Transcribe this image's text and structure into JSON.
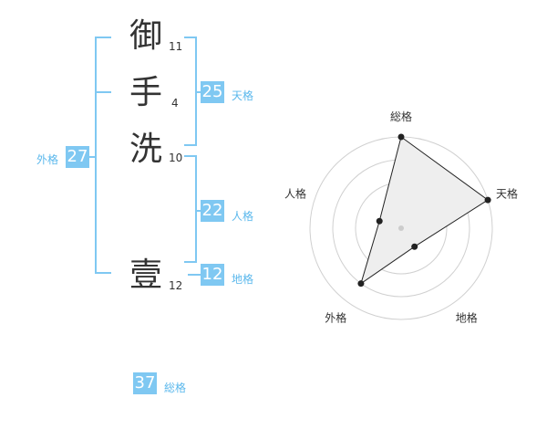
{
  "name_chars": [
    {
      "char": "御",
      "strokes": "11"
    },
    {
      "char": "手",
      "strokes": "4"
    },
    {
      "char": "洗",
      "strokes": "10"
    },
    {
      "char": "壹",
      "strokes": "12"
    }
  ],
  "fortunes": {
    "tenkaku": {
      "value": "25",
      "label": "天格"
    },
    "jinkaku": {
      "value": "22",
      "label": "人格"
    },
    "chikaku": {
      "value": "12",
      "label": "地格"
    },
    "gaikaku": {
      "value": "27",
      "label": "外格"
    },
    "soukaku": {
      "value": "37",
      "label": "総格"
    }
  },
  "colors": {
    "accent": "#7fc8f2",
    "accent_text": "#5bb8ec",
    "text": "#333333"
  },
  "chart_data": {
    "type": "radar",
    "axes": [
      "総格",
      "天格",
      "地格",
      "外格",
      "人格"
    ],
    "values": [
      4,
      4,
      1,
      3,
      1
    ],
    "max": 4,
    "rings": 4,
    "area_fill": "#eeeeee",
    "center_dot": "#cccccc"
  }
}
